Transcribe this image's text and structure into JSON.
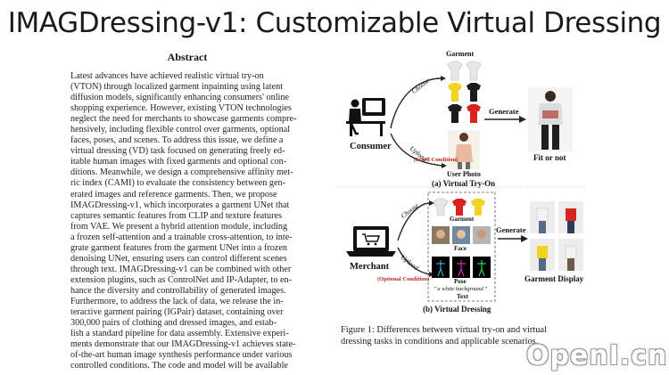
{
  "slide": {
    "title": "IMAGDressing-v1: Customizable Virtual Dressing"
  },
  "abstract": {
    "heading": "Abstract",
    "lines": [
      "Latest advances have achieved realistic virtual try-on",
      "(VTON) through localized garment inpainting using latent",
      "diffusion models, significantly enhancing consumers' online",
      "shopping experience. However, existing VTON technologies",
      "neglect the need for merchants to showcase garments compre-",
      "hensively, including flexible control over garments, optional",
      "faces, poses, and scenes. To address this issue, we define a",
      "virtual dressing (VD) task focused on generating freely ed-",
      "itable human images with fixed garments and optional con-",
      "ditions. Meanwhile, we design a comprehensive affinity met-",
      "ric index (CAMI) to evaluate the consistency between gen-",
      "erated images and reference garments. Then, we propose",
      "IMAGDressing-v1, which incorporates a garment UNet that",
      "captures semantic features from CLIP and texture features",
      "from VAE. We present a hybrid attention module, including",
      "a frozen self-attention and a trainable cross-attention, to inte-",
      "grate garment features from the garment UNet into a frozen",
      "denoising UNet, ensuring users can control different scenes",
      "through text. IMAGDressing-v1 can be combined with other",
      "extension plugins, such as ControlNet and IP-Adapter, to en-",
      "hance the diversity and controllability of generated images.",
      "Furthermore, to address the lack of data, we release the in-",
      "teractive garment pairing (IGPair) dataset, containing over",
      "300,000 pairs of clothing and dressed images, and estab-",
      "lish a standard pipeline for data assembly. Extensive experi-",
      "ments demonstrate that our IMAGDressing-v1 achieves state-",
      "of-the-art human image synthesis performance under various",
      "controlled conditions. The code and model will be available"
    ]
  },
  "figure": {
    "top": {
      "garment_label": "Garment",
      "choose_label": "Choose",
      "upload_label": "Upload",
      "consumer_label": "Consumer",
      "fixed_condition": "(Fixed Condition)",
      "user_photo_label": "User Photo",
      "generate_label": "Generate",
      "result_label": "Fit or not",
      "subcaption": "(a) Virtual Try-On"
    },
    "bottom": {
      "choose_label": "Choose",
      "upload_label": "Upload",
      "garment_label": "Garment",
      "face_label": "Face",
      "pose_label": "Pose",
      "text_prompt": "\" a white background \"",
      "text_label": "Text",
      "merchant_label": "Merchant",
      "optional_condition": "(Optional Condition)",
      "generate_label": "Generate",
      "result_label": "Garment Display",
      "subcaption": "(b) Virtual Dressing"
    },
    "caption_lines": [
      "Figure 1: Differences between virtual try-on and virtual",
      "dressing tasks in conditions and applicable scenarios."
    ],
    "colors": {
      "accent_red": "#c0281e",
      "shirt_white": "#f2f2f2",
      "shirt_yellow": "#f2d321",
      "shirt_black": "#1c1c1c",
      "shirt_red": "#d8231f"
    }
  },
  "watermark": {
    "text": "OpenI.cn"
  }
}
